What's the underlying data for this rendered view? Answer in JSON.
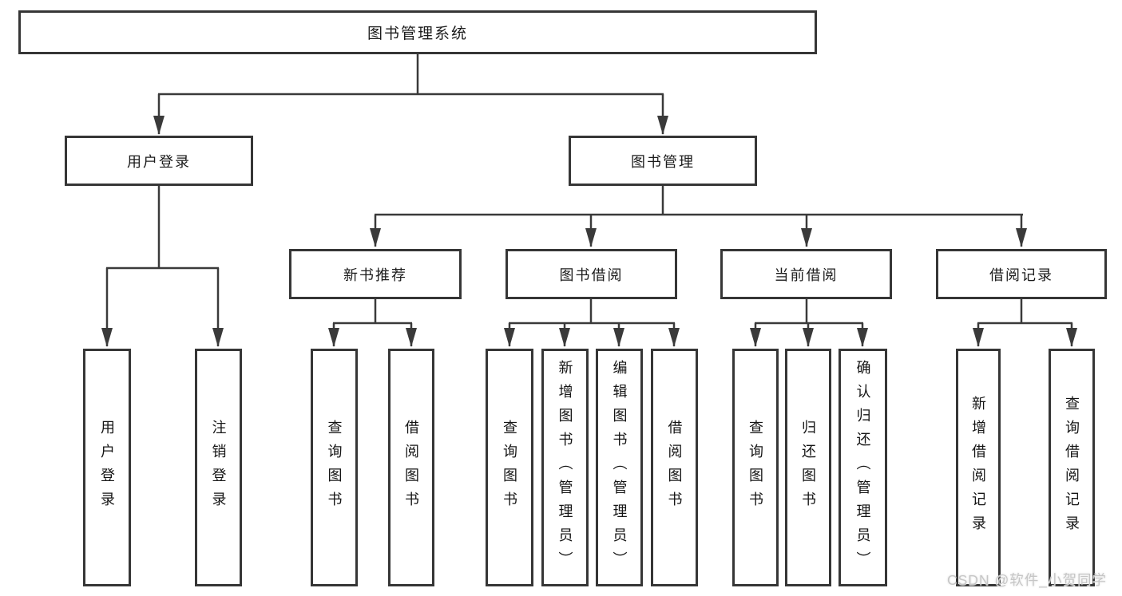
{
  "tree": {
    "label": "图书管理系统",
    "children": [
      {
        "label": "用户登录",
        "children": [
          {
            "label": "用户登录"
          },
          {
            "label": "注销登录"
          }
        ]
      },
      {
        "label": "图书管理",
        "children": [
          {
            "label": "新书推荐",
            "children": [
              {
                "label": "查询图书"
              },
              {
                "label": "借阅图书"
              }
            ]
          },
          {
            "label": "图书借阅",
            "children": [
              {
                "label": "查询图书"
              },
              {
                "label": "新增图书（管理员）"
              },
              {
                "label": "编辑图书（管理员）"
              },
              {
                "label": "借阅图书"
              }
            ]
          },
          {
            "label": "当前借阅",
            "children": [
              {
                "label": "查询图书"
              },
              {
                "label": "归还图书"
              },
              {
                "label": "确认归还（管理员）"
              }
            ]
          },
          {
            "label": "借阅记录",
            "children": [
              {
                "label": "新增借阅记录"
              },
              {
                "label": "查询借阅记录"
              }
            ]
          }
        ]
      }
    ]
  },
  "watermark": {
    "text": "CSDN @软件_小贺同学"
  },
  "colors": {
    "line": "#3a3a3a",
    "box_border": "#363636",
    "background": "#ffffff",
    "watermark": "#c6c6c6"
  }
}
